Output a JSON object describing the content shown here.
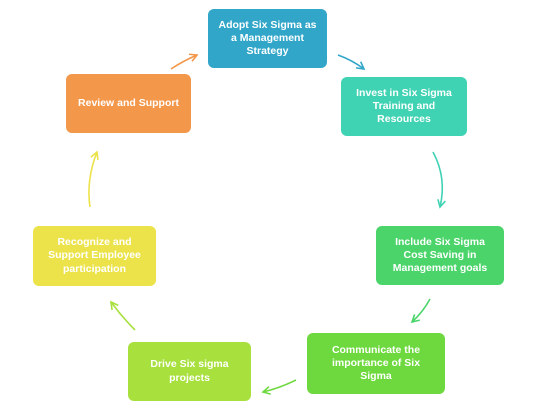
{
  "diagram": {
    "steps": [
      {
        "label": "Adopt Six Sigma as a Management Strategy",
        "color": "#31a6c9"
      },
      {
        "label": "Invest in Six Sigma Training and Resources",
        "color": "#3fd2b3"
      },
      {
        "label": "Include Six Sigma Cost Saving in Management goals",
        "color": "#4bd46a"
      },
      {
        "label": "Communicate the importance of Six Sigma",
        "color": "#6ed93e"
      },
      {
        "label": "Drive Six sigma projects",
        "color": "#a8e03e"
      },
      {
        "label": "Recognize and Support Employee participation",
        "color": "#ece34a"
      },
      {
        "label": "Review and Support",
        "color": "#f3974a"
      }
    ],
    "arrow_colors": [
      "#31a6c9",
      "#3fd2b3",
      "#4bd46a",
      "#6ed93e",
      "#a8e03e",
      "#ece34a",
      "#f3974a"
    ]
  }
}
